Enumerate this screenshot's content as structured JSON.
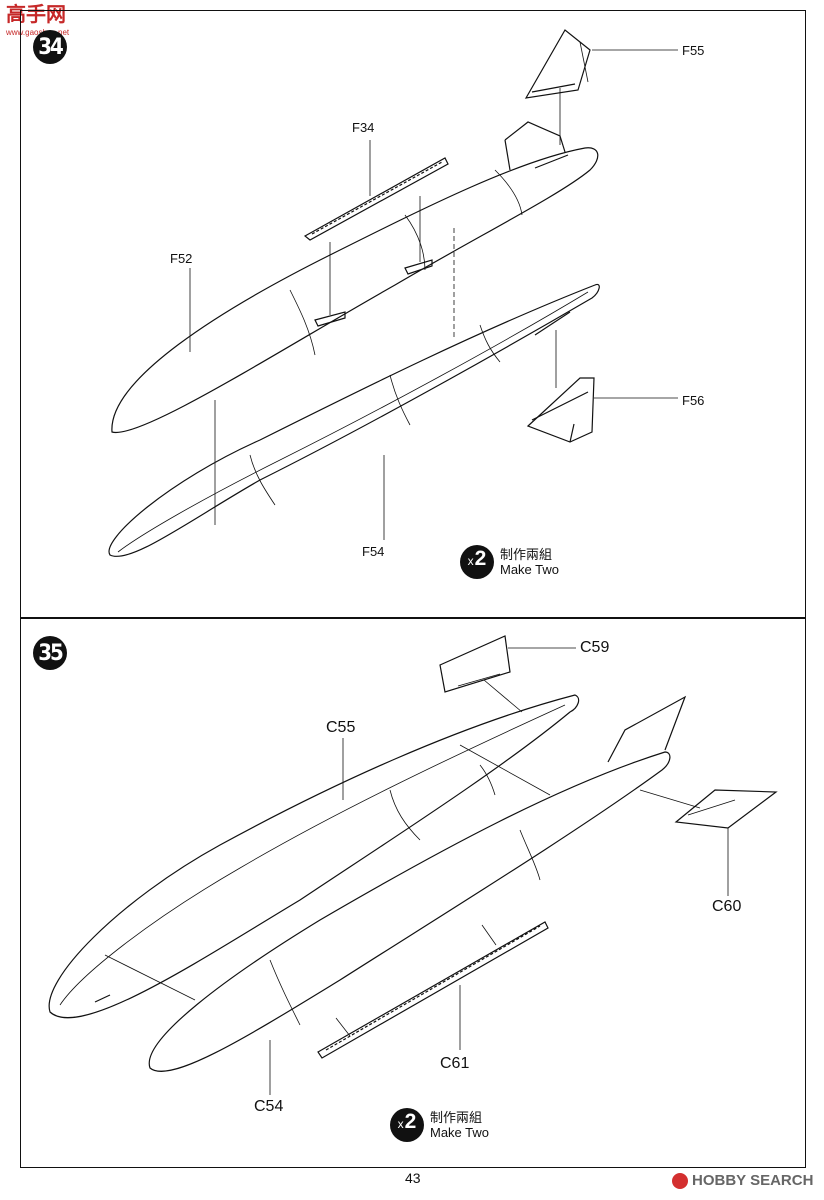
{
  "site_logo": {
    "text": "高手网",
    "subtext": "www.gaoshou.net"
  },
  "step34": {
    "number": "34",
    "parts": {
      "f55": "F55",
      "f34": "F34",
      "f52": "F52",
      "f56": "F56",
      "f54": "F54"
    },
    "quantity": {
      "multiplier": "x",
      "count": "2",
      "chinese": "制作兩組",
      "english": "Make Two"
    }
  },
  "step35": {
    "number": "35",
    "parts": {
      "c59": "C59",
      "c55": "C55",
      "c60": "C60",
      "c61": "C61",
      "c54": "C54"
    },
    "quantity": {
      "multiplier": "x",
      "count": "2",
      "chinese": "制作兩組",
      "english": "Make Two"
    }
  },
  "page_number": "43",
  "watermark": "HOBBY SEARCH"
}
